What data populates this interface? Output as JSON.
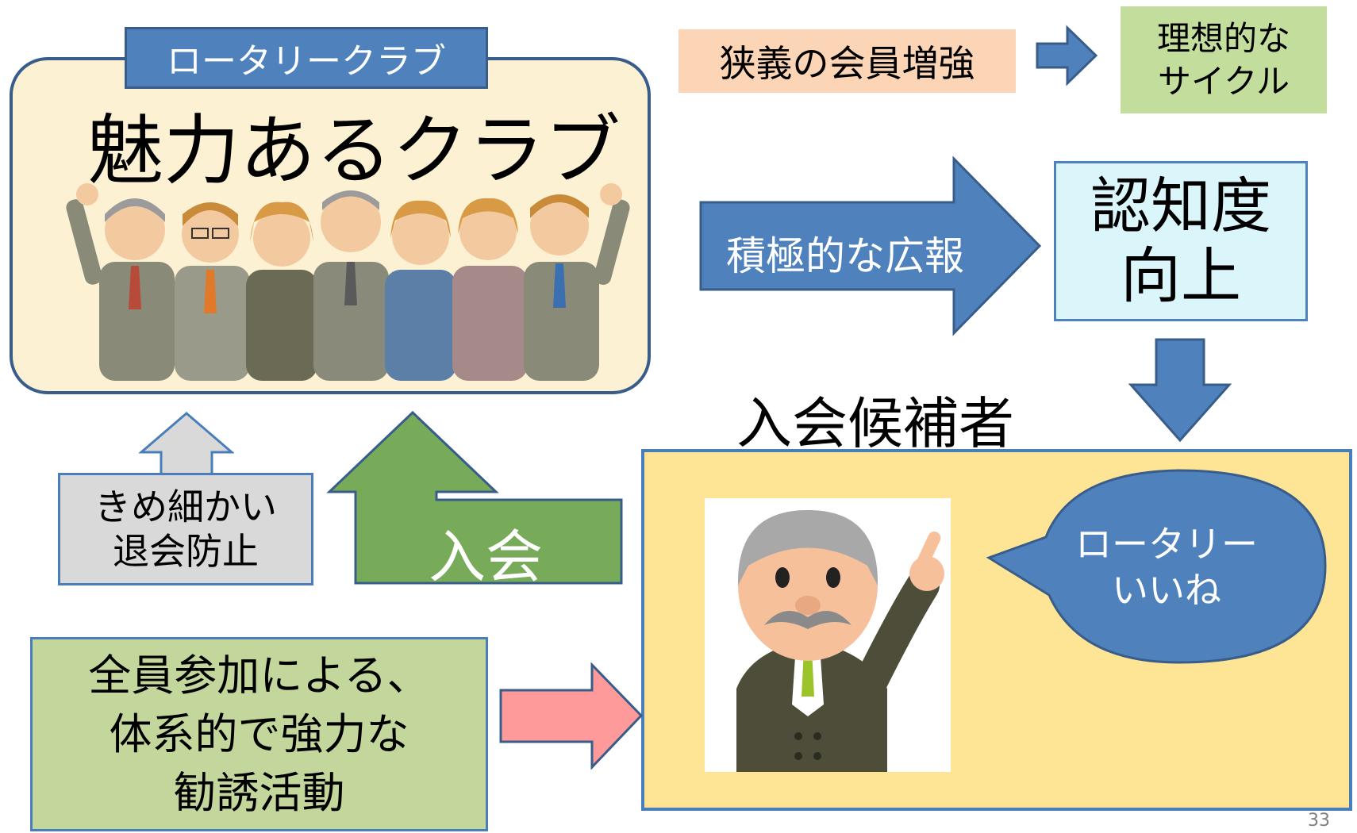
{
  "club": {
    "tag": "ロータリークラブ",
    "title": "魅力あるクラブ"
  },
  "narrow_membership": "狭義の会員増強",
  "ideal_cycle": {
    "line1": "理想的な",
    "line2": "サイクル"
  },
  "publicity": "積極的な広報",
  "recognition": {
    "line1": "認知度",
    "line2": "向上"
  },
  "candidate": {
    "title": "入会候補者",
    "bubble_line1": "ロータリー",
    "bubble_line2": "いいね"
  },
  "retention": {
    "line1": "きめ細かい",
    "line2": "退会防止"
  },
  "join": "入会",
  "recruitment": {
    "line1": "全員参加による、",
    "line2": "体系的で強力な",
    "line3": "勧誘活動"
  },
  "page_number": "33",
  "colors": {
    "blue": "#4f81bd",
    "green_arrow": "#77ab59",
    "pink_arrow": "#ff9a9a",
    "club_bg": "#fdf1d3",
    "candidate_bg": "#fee596"
  }
}
